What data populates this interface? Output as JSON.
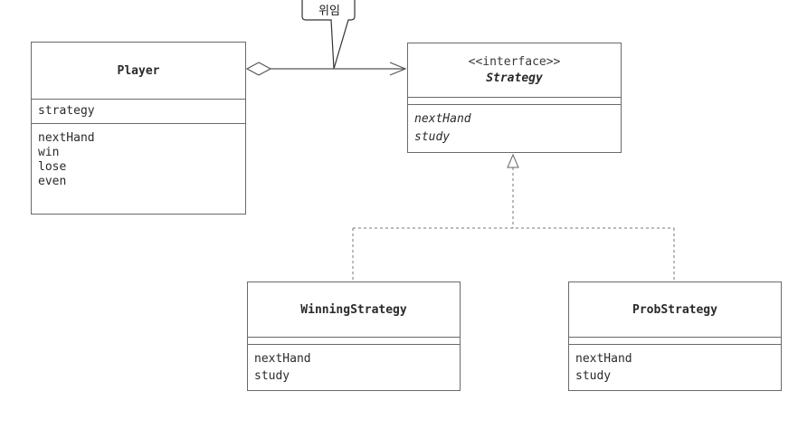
{
  "note": {
    "text": "위임"
  },
  "classes": {
    "player": {
      "name": "Player",
      "fields": [
        "strategy"
      ],
      "methods": [
        "nextHand",
        "win",
        "lose",
        "even"
      ]
    },
    "strategy": {
      "stereotype": "<<interface>>",
      "name": "Strategy",
      "methods": [
        "nextHand",
        "study"
      ]
    },
    "winning": {
      "name": "WinningStrategy",
      "methods": [
        "nextHand",
        "study"
      ]
    },
    "prob": {
      "name": "ProbStrategy",
      "methods": [
        "nextHand",
        "study"
      ]
    }
  }
}
